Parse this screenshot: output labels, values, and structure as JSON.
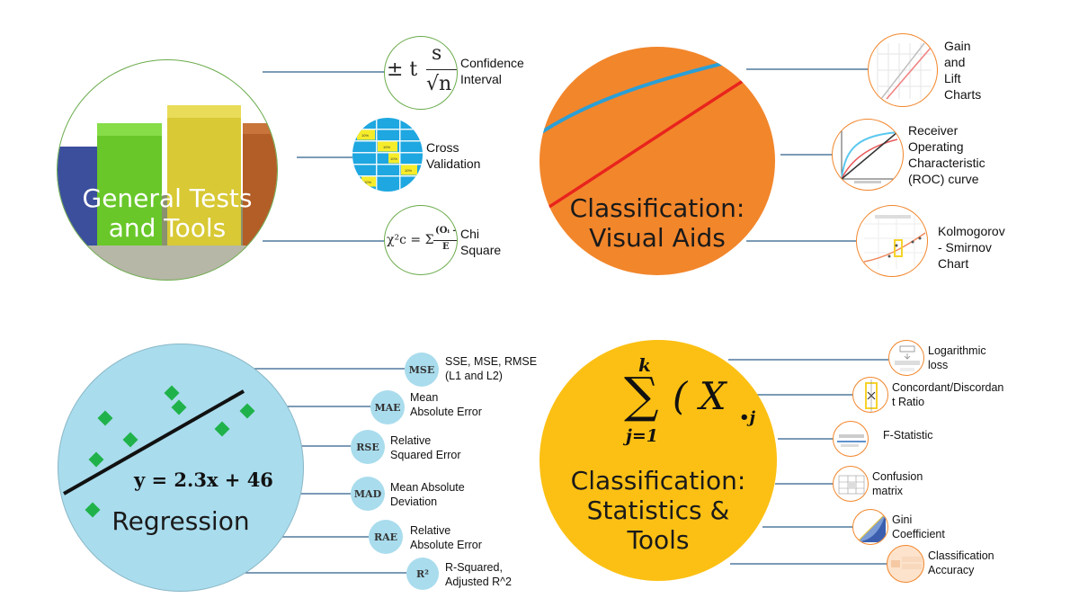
{
  "general": {
    "title_line1": "General Tests",
    "title_line2": "and Tools",
    "items": [
      {
        "label": "Confidence\nInterval",
        "formula_pm": "± t",
        "formula_s": "s",
        "formula_root": "√n"
      },
      {
        "label": "Cross\nValidation",
        "cell_text": [
          "10%",
          "10%",
          "10%",
          "10%",
          "10%"
        ]
      },
      {
        "label": "Chi\nSquare",
        "formula": "χ²c = Σ",
        "frac_top": "(Oᵢ –",
        "frac_bot": "E"
      }
    ]
  },
  "visual": {
    "title_line1": "Classification:",
    "title_line2": "Visual Aids",
    "items": [
      {
        "label": "Gain\nand\nLift\nCharts"
      },
      {
        "label": "Receiver\nOperating\nCharacteristic\n(ROC)  curve"
      },
      {
        "label": "Kolmogorov\n- Smirnov\nChart"
      }
    ]
  },
  "regression": {
    "title": "Regression",
    "equation": "y = 2.3x + 46",
    "items": [
      {
        "badge": "MSE",
        "label": "SSE, MSE, RMSE\n(L1 and L2)"
      },
      {
        "badge": "MAE",
        "label": "Mean\nAbsolute Error"
      },
      {
        "badge": "RSE",
        "label": "Relative\nSquared Error"
      },
      {
        "badge": "MAD",
        "label": "Mean Absolute\nDeviation"
      },
      {
        "badge": "RAE",
        "label": "Relative\nAbsolute Error"
      },
      {
        "badge": "R²",
        "label": "R-Squared,\nAdjusted R^2"
      }
    ]
  },
  "stats": {
    "title_line1": "Classification:",
    "title_line2": "Statistics &",
    "title_line3": "Tools",
    "formula_top": "k",
    "formula_sum": "∑",
    "formula_bottom": "j=1",
    "formula_body": "( X",
    "formula_sub": "•j",
    "items": [
      {
        "label": "Logarithmic\nloss"
      },
      {
        "label": "Concordant/Discordan\nt Ratio"
      },
      {
        "label": "F-Statistic"
      },
      {
        "label": "Confusion\nmatrix"
      },
      {
        "label": "Gini\nCoefficient"
      },
      {
        "label": "Classification\nAccuracy"
      }
    ]
  },
  "colors": {
    "general_green_border": "#6aab4b",
    "visual_orange": "#f2862b",
    "regression_blue": "#a9dced",
    "stats_yellow": "#fcc014",
    "line": "#2f5f8a"
  }
}
